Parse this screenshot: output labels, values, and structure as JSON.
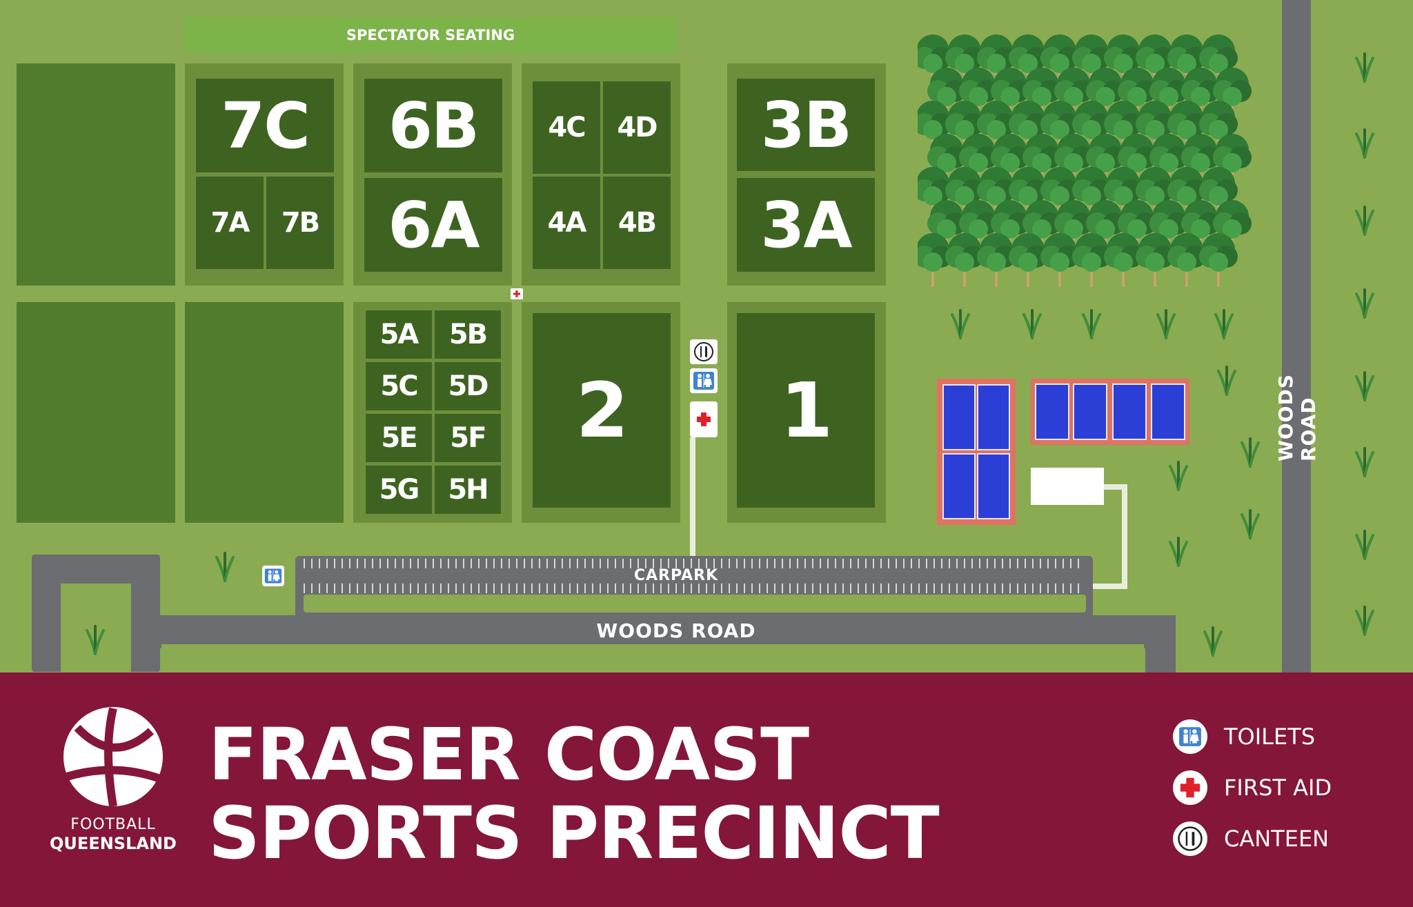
{
  "map": {
    "spectator_seating": "SPECTATOR SEATING",
    "carpark": "CARPARK",
    "woods_road_horizontal": "WOODS ROAD",
    "woods_road_vertical": "WOODS ROAD",
    "pitches": {
      "p7C": "7C",
      "p7A": "7A",
      "p7B": "7B",
      "p6B": "6B",
      "p6A": "6A",
      "p4C": "4C",
      "p4D": "4D",
      "p4A": "4A",
      "p4B": "4B",
      "p3B": "3B",
      "p3A": "3A",
      "p5A": "5A",
      "p5B": "5B",
      "p5C": "5C",
      "p5D": "5D",
      "p5E": "5E",
      "p5F": "5F",
      "p5G": "5G",
      "p5H": "5H",
      "p2": "2",
      "p1": "1"
    },
    "icons": [
      "toilets-icon",
      "first-aid-icon",
      "canteen-icon",
      "tree-icon",
      "grass-tuft-icon"
    ]
  },
  "footer": {
    "logo_line1": "FOOTBALL",
    "logo_line2": "QUEENSLAND",
    "title_line1": "FRASER COAST",
    "title_line2": "SPORTS PRECINCT",
    "legend": {
      "toilets": "TOILETS",
      "first_aid": "FIRST AID",
      "canteen": "CANTEEN"
    }
  },
  "colors": {
    "grass": "#8aab52",
    "pitch": "#3e6321",
    "pitch_frame": "#6d8f3c",
    "seating": "#7db44a",
    "road": "#6c6d70",
    "court": "#2b3fd6",
    "court_frame": "#e07260",
    "footer": "#84163a",
    "first_aid_red": "#e0202a",
    "toilet_blue": "#3f82d6"
  }
}
